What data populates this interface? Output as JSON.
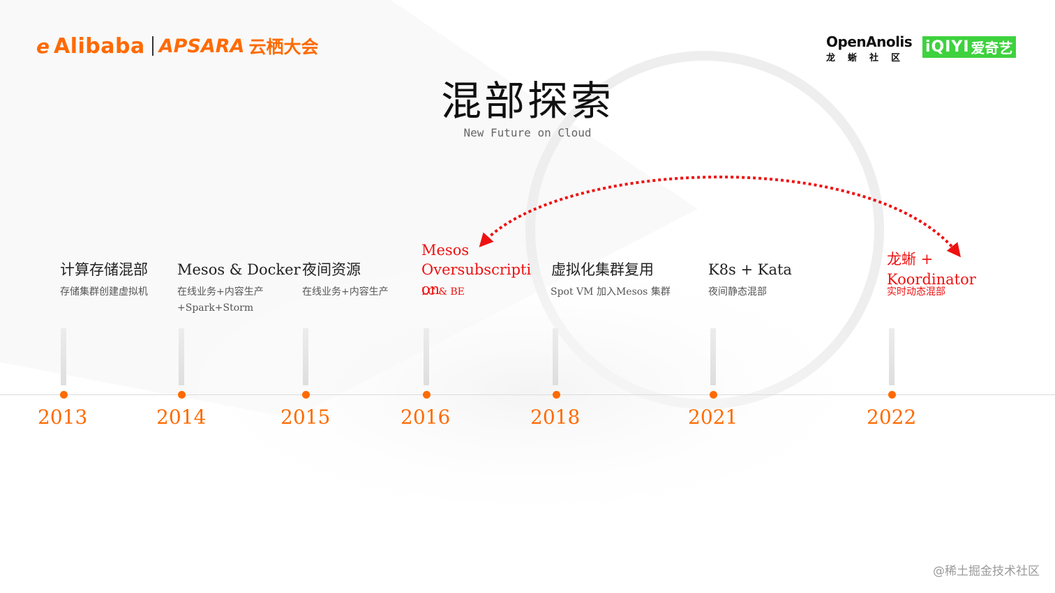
{
  "header": {
    "brand_mark": "e",
    "brand_name": "Alibaba",
    "brand_apsara": "APSARA",
    "brand_event": "云栖大会",
    "partner1_name": "OpenAnolis",
    "partner1_sub": "龙蜥社区",
    "partner2_name": "iQIYI",
    "partner2_cn": "爱奇艺"
  },
  "title": "混部探索",
  "subtitle": "New Future on Cloud",
  "colors": {
    "accent": "#ff6a00",
    "highlight": "#ee1111",
    "title": "#111111"
  },
  "timeline": [
    {
      "year": "2013",
      "label": "计算存储混部",
      "desc": "存储集群创建虚拟机",
      "desc2": ""
    },
    {
      "year": "2014",
      "label": "Mesos & Docker",
      "desc": "在线业务+内容生产",
      "desc2": "+Spark+Storm"
    },
    {
      "year": "2015",
      "label": "夜间资源",
      "desc": "在线业务+内容生产",
      "desc2": ""
    },
    {
      "year": "2016",
      "label": "Mesos",
      "label2": "Oversubscripti",
      "label3": "on",
      "desc": "LC & BE",
      "desc2": ""
    },
    {
      "year": "2018",
      "label": "虚拟化集群复用",
      "desc": "Spot VM 加入Mesos 集群",
      "desc2": ""
    },
    {
      "year": "2021",
      "label": "K8s + Kata",
      "desc": "夜间静态混部",
      "desc2": ""
    },
    {
      "year": "2022",
      "label": "龙蜥 +",
      "label2": "Koordinator",
      "desc": "实时动态混部",
      "desc2": ""
    }
  ],
  "footer": "@稀土掘金技术社区"
}
